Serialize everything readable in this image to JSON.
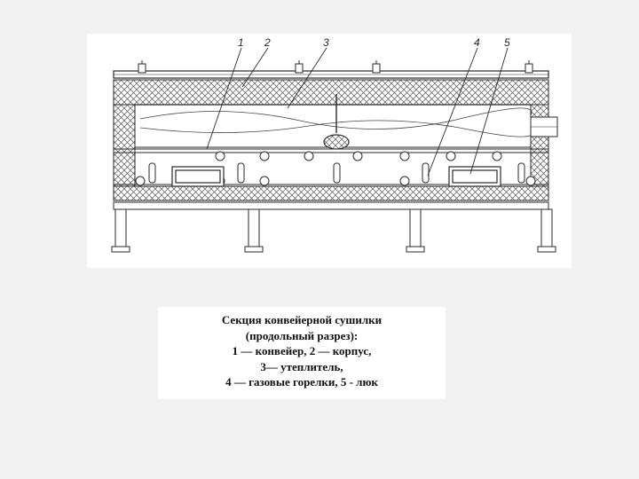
{
  "figure": {
    "callouts": [
      {
        "num": "1"
      },
      {
        "num": "2"
      },
      {
        "num": "3"
      },
      {
        "num": "4"
      },
      {
        "num": "5"
      }
    ]
  },
  "caption": {
    "lines": [
      "Секция конвейерной сушилки",
      "(продольный разрез):",
      "1 — конвейер, 2 — корпус,",
      "3— утеплитель,",
      "4 — газовые горелки, 5 - люк"
    ]
  },
  "colors": {
    "page_background": "#f1f1f1",
    "panel_background": "#ffffff",
    "line": "#2a2a2a"
  }
}
